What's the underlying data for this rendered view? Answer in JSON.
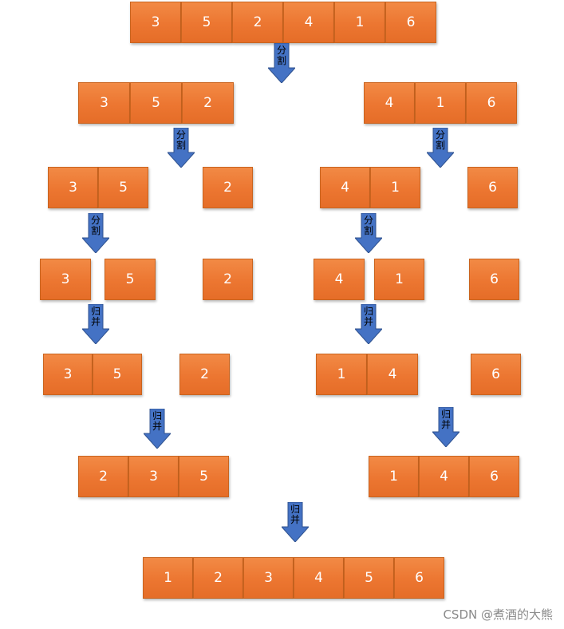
{
  "diagram": {
    "colors": {
      "cell_fill": "#ED7D31",
      "arrow_fill": "#4472C4",
      "text": "#FFFFFF"
    },
    "arrow_labels": {
      "split": [
        "分",
        "割"
      ],
      "merge": [
        "归",
        "并"
      ]
    },
    "rows": [
      [
        [
          3,
          5,
          2,
          4,
          1,
          6
        ]
      ],
      [
        [
          3,
          5,
          2
        ],
        [
          4,
          1,
          6
        ]
      ],
      [
        [
          3,
          5
        ],
        [
          2
        ],
        [
          4,
          1
        ],
        [
          6
        ]
      ],
      [
        [
          3
        ],
        [
          5
        ],
        [
          2
        ],
        [
          4
        ],
        [
          1
        ],
        [
          6
        ]
      ],
      [
        [
          3,
          5
        ],
        [
          2
        ],
        [
          1,
          4
        ],
        [
          6
        ]
      ],
      [
        [
          2,
          3,
          5
        ],
        [
          1,
          4,
          6
        ]
      ],
      [
        [
          1,
          2,
          3,
          4,
          5,
          6
        ]
      ]
    ],
    "arrows": [
      {
        "type": "split",
        "from_row": 0
      },
      {
        "type": "split",
        "from_row": 1
      },
      {
        "type": "split",
        "from_row": 1
      },
      {
        "type": "split",
        "from_row": 2
      },
      {
        "type": "split",
        "from_row": 2
      },
      {
        "type": "merge",
        "from_row": 3
      },
      {
        "type": "merge",
        "from_row": 3
      },
      {
        "type": "merge",
        "from_row": 4
      },
      {
        "type": "merge",
        "from_row": 4
      },
      {
        "type": "merge",
        "from_row": 5
      }
    ]
  },
  "watermark": "CSDN @煮酒的大熊"
}
